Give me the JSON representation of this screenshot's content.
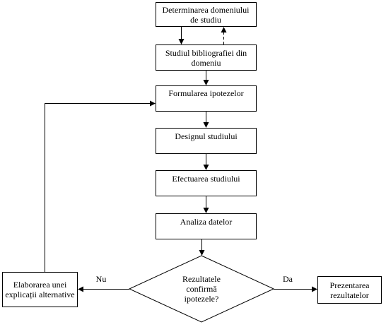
{
  "nodes": {
    "domain": "Determinarea domeniului de studiu",
    "bibliography": "Studiul bibliografiei din domeniu",
    "hypotheses": "Formularea ipotezelor",
    "design": "Designul studiului",
    "conduct": "Efectuarea studiului",
    "analysis": "Analiza datelor",
    "decision": "Rezultatele confirmă ipotezele?",
    "alternative": "Elaborarea unei explicații alternative",
    "presentation": "Prezentarea rezultatelor"
  },
  "edges": {
    "no": "Nu",
    "yes": "Da"
  }
}
